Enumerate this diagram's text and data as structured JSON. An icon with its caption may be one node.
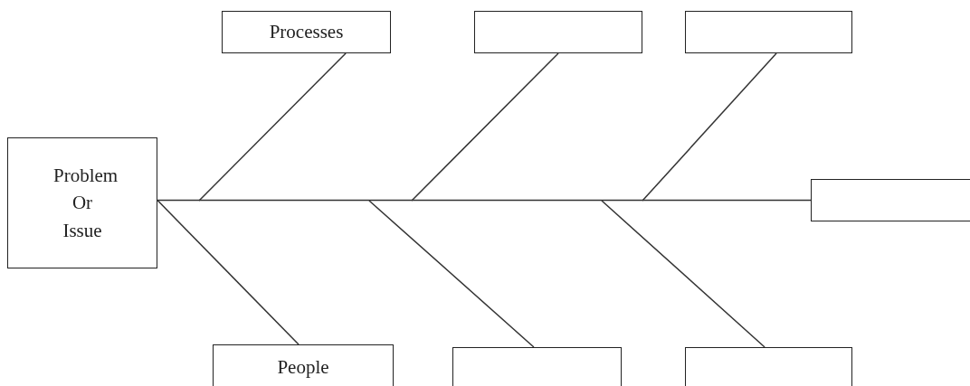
{
  "diagram": {
    "nodes": [
      {
        "text": [
          "Problem Or Issue"
        ]
      },
      {
        "text": [
          "Processes"
        ]
      },
      {
        "text": [],
        "shape": "box"
      },
      {
        "text": [],
        "shape": "box"
      },
      {
        "text": [],
        "shape": "box"
      },
      {
        "text": [
          "People"
        ]
      },
      {
        "text": [],
        "shape": "box"
      },
      {
        "text": [],
        "shape": "box"
      }
    ],
    "edges": [
      {
        "from": 4,
        "to": 0,
        "arrow": "none"
      },
      {
        "from": 1,
        "to": null,
        "arrow": "none"
      },
      {
        "from": 2,
        "to": null,
        "arrow": "none"
      },
      {
        "from": 3,
        "to": null,
        "arrow": "none"
      },
      {
        "from": 0,
        "to": 5,
        "arrow": "none"
      },
      {
        "from": 6,
        "to": null,
        "arrow": "none"
      },
      {
        "from": 7,
        "to": null,
        "arrow": "none"
      }
    ]
  }
}
